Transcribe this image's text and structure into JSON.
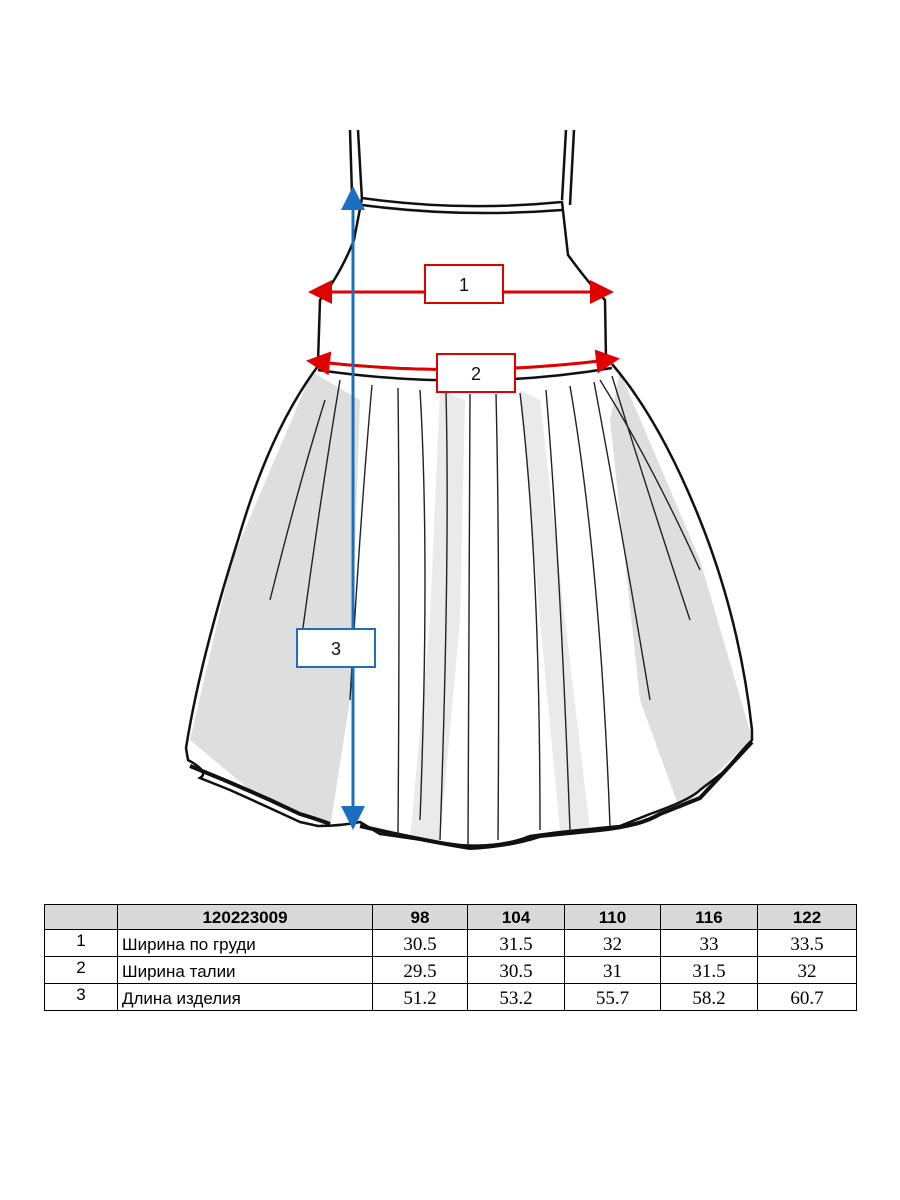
{
  "callouts": [
    {
      "id": "1",
      "label": "1",
      "color": "#e00000"
    },
    {
      "id": "2",
      "label": "2",
      "color": "#e00000"
    },
    {
      "id": "3",
      "label": "3",
      "color": "#1b6fbf"
    }
  ],
  "table": {
    "header": [
      "",
      "120223009",
      "98",
      "104",
      "110",
      "116",
      "122"
    ],
    "rows": [
      {
        "num": "1",
        "name": "Ширина по груди",
        "values": [
          "30.5",
          "31.5",
          "32",
          "33",
          "33.5"
        ]
      },
      {
        "num": "2",
        "name": "Ширина талии",
        "values": [
          "29.5",
          "30.5",
          "31",
          "31.5",
          "32"
        ]
      },
      {
        "num": "3",
        "name": "Длина изделия",
        "values": [
          "51.2",
          "53.2",
          "55.7",
          "58.2",
          "60.7"
        ]
      }
    ]
  }
}
